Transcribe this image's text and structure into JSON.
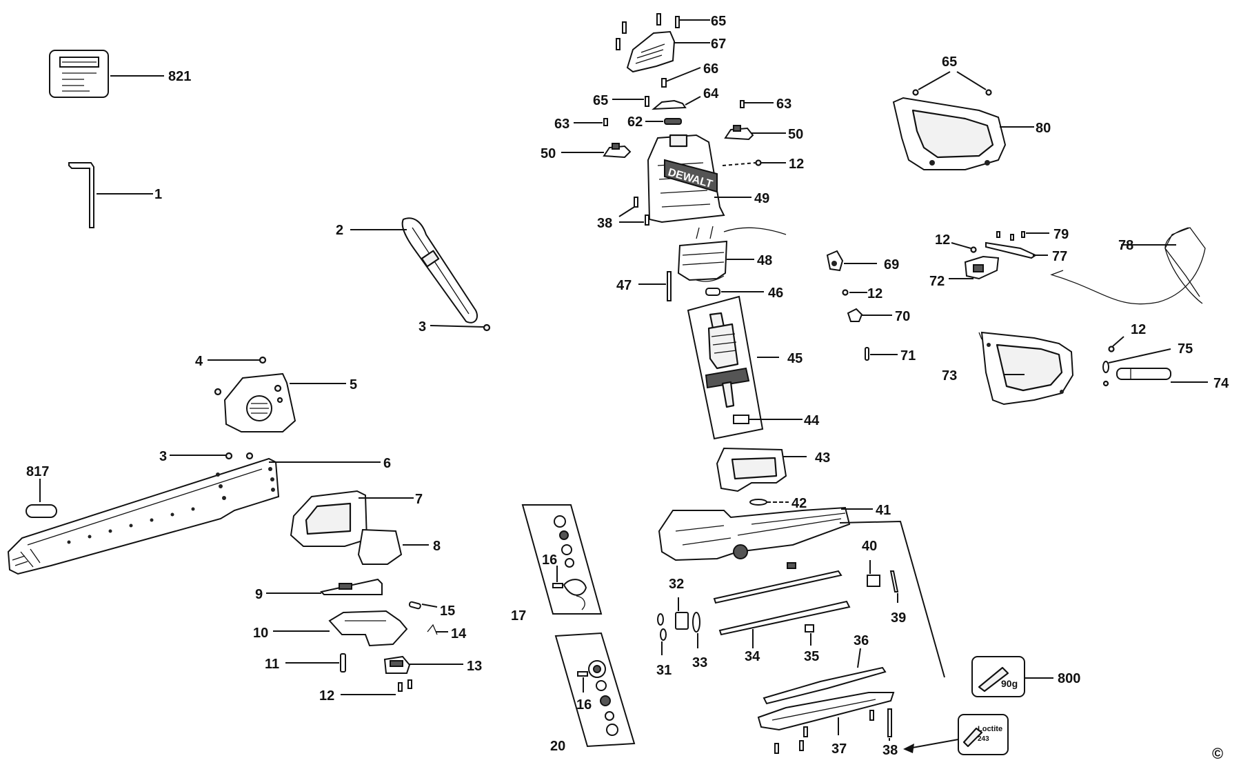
{
  "labels": {
    "l821": "821",
    "l1": "1",
    "l2": "2",
    "l3a": "3",
    "l4": "4",
    "l5": "5",
    "l3b": "3",
    "l6": "6",
    "l817": "817",
    "l7": "7",
    "l8": "8",
    "l9": "9",
    "l15": "15",
    "l10": "10",
    "l14": "14",
    "l11": "11",
    "l13": "13",
    "l12a": "12",
    "l65a": "65",
    "l67": "67",
    "l66": "66",
    "l65b": "65",
    "l64": "64",
    "l63a": "63",
    "l63b": "63",
    "l62": "62",
    "l50a": "50",
    "l50b": "50",
    "l12b": "12",
    "l49": "49",
    "l38a": "38",
    "l48": "48",
    "l47": "47",
    "l46": "46",
    "l45": "45",
    "l44": "44",
    "l43": "43",
    "l42": "42",
    "l41": "41",
    "l16a": "16",
    "l17": "17",
    "l16b": "16",
    "l20": "20",
    "l32": "32",
    "l31": "31",
    "l33": "33",
    "l34": "34",
    "l35": "35",
    "l36": "36",
    "l37": "37",
    "l38b": "38",
    "l40": "40",
    "l39": "39",
    "l800": "800",
    "l65c": "65",
    "l80": "80",
    "l69": "69",
    "l12c": "12",
    "l70": "70",
    "l71": "71",
    "l12d": "12",
    "l79": "79",
    "l77": "77",
    "l72": "72",
    "l78": "78",
    "l12e": "12",
    "l75": "75",
    "l73": "73",
    "l74": "74"
  },
  "markings": {
    "brand": "DEWALT",
    "grease_amount": "90g",
    "thread_locker": "Loctite",
    "thread_locker_grade": "243",
    "copyright": "©"
  }
}
